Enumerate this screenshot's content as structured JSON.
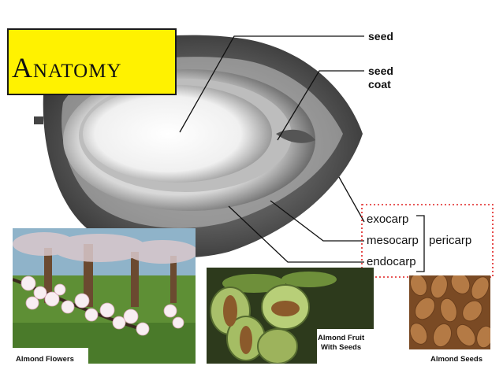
{
  "title": "Anatomy",
  "labels": {
    "seed": "seed",
    "seed_coat_line1": "seed",
    "seed_coat_line2": "coat",
    "exocarp": "exocarp",
    "mesocarp": "mesocarp",
    "endocarp": "endocarp",
    "pericarp": "pericarp"
  },
  "captions": {
    "flowers": "Almond Flowers",
    "fruit_line1": "Almond Fruit",
    "fruit_line2": "With Seeds",
    "seeds": "Almond Seeds"
  },
  "colors": {
    "title_box": "#fff200",
    "bracket": "#e02020"
  }
}
